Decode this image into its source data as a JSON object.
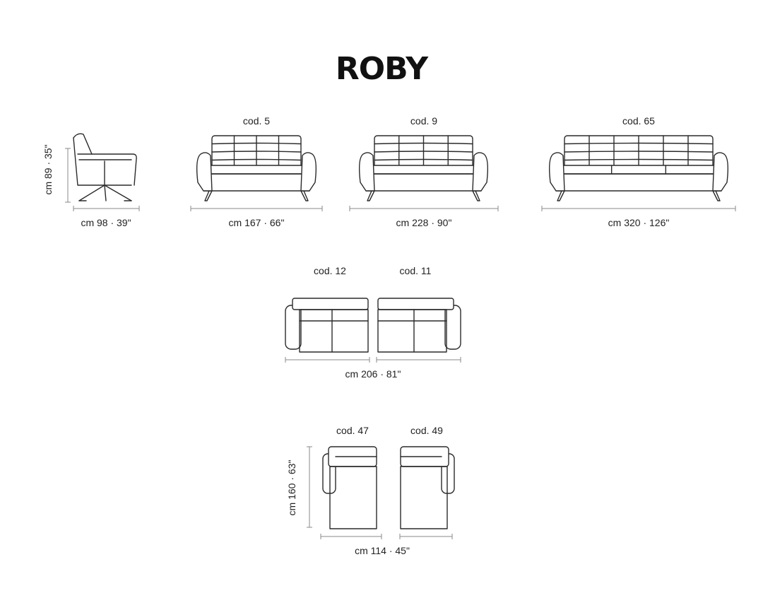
{
  "title": "ROBY",
  "items": {
    "armchair": {
      "height_label": "cm 89 · 35\"",
      "width_label": "cm 98 · 39\""
    },
    "sofa_5": {
      "code": "cod. 5",
      "width_label": "cm 167 · 66\""
    },
    "sofa_9": {
      "code": "cod. 9",
      "width_label": "cm 228 · 90\""
    },
    "sofa_65": {
      "code": "cod. 65",
      "width_label": "cm 320 · 126\""
    },
    "module_12": {
      "code": "cod. 12"
    },
    "module_11": {
      "code": "cod. 11"
    },
    "modules_12_11": {
      "width_label": "cm 206 · 81\""
    },
    "module_47": {
      "code": "cod. 47"
    },
    "module_49": {
      "code": "cod. 49"
    },
    "modules_47_49": {
      "depth_label": "cm 160 · 63\"",
      "width_label": "cm 114 · 45\""
    }
  },
  "colors": {
    "line": "#2a2a2a",
    "dimension_line": "#8a8a8a",
    "text": "#1a1a1a",
    "background": "#ffffff"
  }
}
